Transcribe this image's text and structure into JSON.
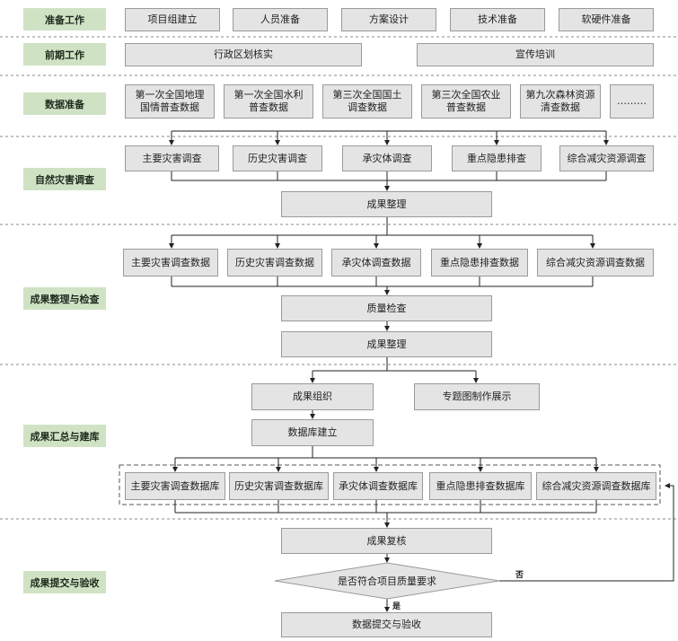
{
  "stages": {
    "zhunbei": "准备工作",
    "qianqi": "前期工作",
    "shuju": "数据准备",
    "ziran": "自然灾害调查",
    "zhengli": "成果整理与检查",
    "huizong": "成果汇总与建库",
    "tijiao": "成果提交与验收"
  },
  "prep": [
    "项目组建立",
    "人员准备",
    "方案设计",
    "技术准备",
    "软硬件准备"
  ],
  "early": [
    "行政区划核实",
    "宣传培训"
  ],
  "data_prep": [
    "第一次全国地理\n国情普查数据",
    "第一次全国水利\n普查数据",
    "第三次全国国土\n调查数据",
    "第三次全国农业\n普查数据",
    "第九次森林资源\n清查数据",
    "………"
  ],
  "survey": [
    "主要灾害调查",
    "历史灾害调查",
    "承灾体调查",
    "重点隐患排查",
    "综合减灾资源调查"
  ],
  "survey_result": "成果整理",
  "survey_data": [
    "主要灾害调查数据",
    "历史灾害调查数据",
    "承灾体调查数据",
    "重点隐患排查数据",
    "综合减灾资源调查数据"
  ],
  "quality_check": "质量检查",
  "result_arrange": "成果整理",
  "result_org": "成果组织",
  "thematic": "专题图制作展示",
  "db_build": "数据库建立",
  "dbs": [
    "主要灾害调查数据库",
    "历史灾害调查数据库",
    "承灾体调查数据库",
    "重点隐患排查数据库",
    "综合减灾资源调查数据库"
  ],
  "review": "成果复核",
  "decision": "是否符合项目质量要求",
  "yes": "是",
  "no": "否",
  "submit": "数据提交与验收"
}
